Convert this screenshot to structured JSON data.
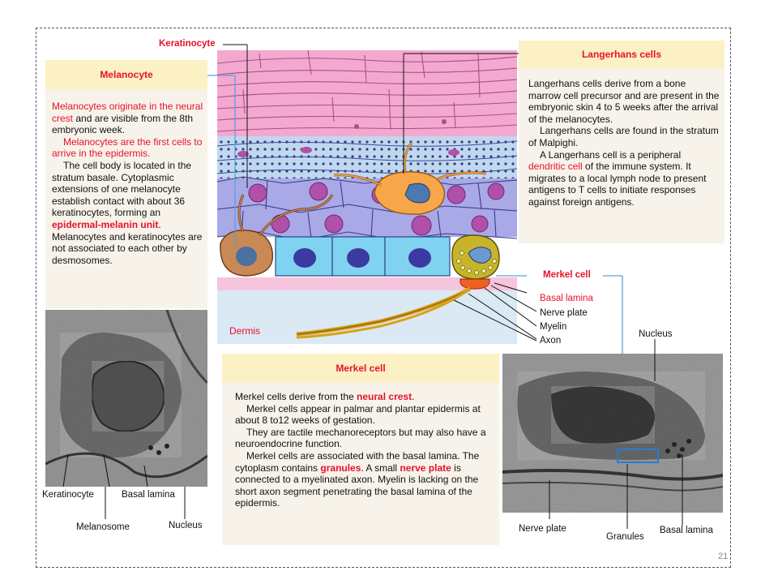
{
  "diagram": {
    "labels": {
      "keratinocyte": "Keratinocyte",
      "langerhans_cells": "Langerhans cells",
      "melanocyte": "Melanocyte",
      "merkel_cell": "Merkel cell",
      "basal_lamina": "Basal lamina",
      "nerve_plate": "Nerve plate",
      "myelin": "Myelin",
      "axon": "Axon",
      "dermis": "Dermis"
    }
  },
  "melanocyte_panel": {
    "title": "Melanocyte",
    "p1_red": "Melanocytes originate in the neural crest",
    "p1_rest": " and are visible from the 8th embryonic week.",
    "p2_red": "Melanocytes are the first cells to arrive in the epidermis.",
    "p3": "The cell body is located in the stratum basale. Cytoplasmic extensions of one melanocyte establish contact with about 36 keratinocytes, forming an ",
    "p3_red": "epidermal-melanin unit",
    "p3_end": ".",
    "p4": "Melanocytes and keratinocytes are not associated to each other by desmosomes."
  },
  "langerhans_panel": {
    "title": "Langerhans cells",
    "p1": "Langerhans cells derive from a bone marrow cell precursor and are present in the embryonic skin 4 to 5 weeks after the arrival of the melanocytes.",
    "p2": "Langerhans cells are found in the stratum of Malpighi.",
    "p3_start": "A Langerhans cell is a peripheral ",
    "p3_red": "dendritic cell",
    "p3_rest": " of the immune system. It migrates to a local lymph node to present antigens to T cells to initiate responses against foreign antigens."
  },
  "merkel_panel": {
    "title": "Merkel cell",
    "p1_start": "Merkel cells derive from the ",
    "p1_red": "neural crest",
    "p1_end": ".",
    "p2": "Merkel cells appear in palmar and plantar epidermis at about 8 to12 weeks of gestation.",
    "p3": "They are tactile mechanoreceptors but may also have a neuroendocrine function.",
    "p4_start": "Merkel cells are associated with the basal lamina. The cytoplasm contains ",
    "p4_red1": "granules",
    "p4_mid": ". A small ",
    "p4_red2": "nerve plate",
    "p4_rest": " is connected to a myelinated axon. Myelin is lacking on the short axon segment penetrating the basal lamina of the epidermis."
  },
  "micrograph_left": {
    "labels": {
      "keratinocyte": "Keratinocyte",
      "basal_lamina": "Basal lamina",
      "melanosome": "Melanosome",
      "nucleus": "Nucleus"
    }
  },
  "micrograph_right": {
    "labels": {
      "nucleus": "Nucleus",
      "nerve_plate": "Nerve plate",
      "granules": "Granules",
      "basal_lamina": "Basal lamina"
    }
  },
  "page_number": "21",
  "colors": {
    "red": "#e8112d",
    "panel_bg": "#f7f3ea",
    "header_bg": "#fbf1c5",
    "stratum_corneum": "#f3a9cf",
    "granulosum": "#c0d8ef",
    "spinosum": "#a9a9e8",
    "basal": "#7fd3f0",
    "melanocyte": "#c98955",
    "langerhans": "#f7a64a",
    "merkel": "#c6b52a"
  }
}
